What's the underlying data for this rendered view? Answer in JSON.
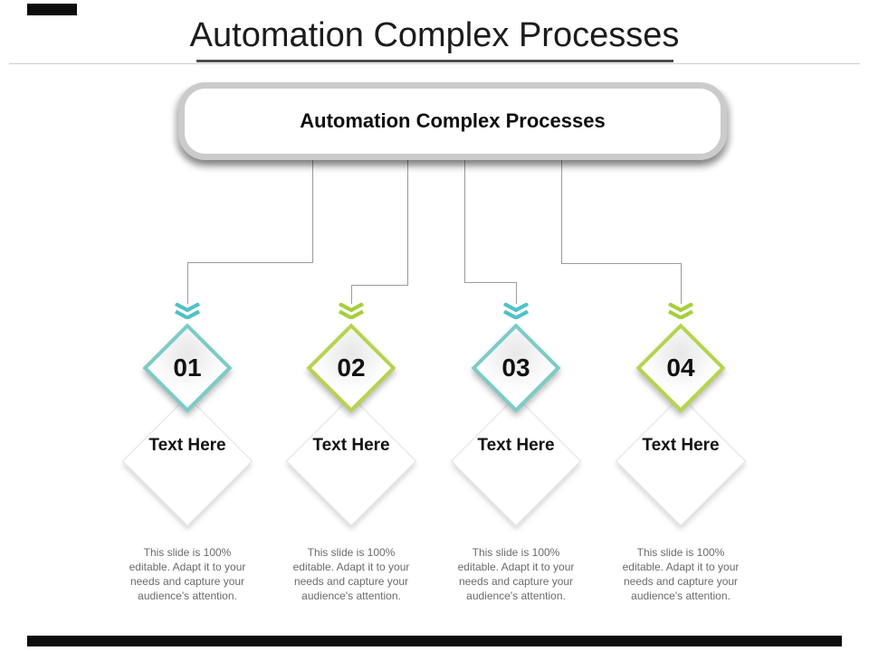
{
  "slide": {
    "title": "Automation Complex Processes",
    "header_box_label": "Automation Complex Processes"
  },
  "items": [
    {
      "number": "01",
      "label": "Text Here",
      "description": "This slide is 100%\neditable. Adapt it to your\nneeds and capture your\naudience's attention.",
      "accent": "#4fc2c7",
      "accent_border": "#7bcbc7"
    },
    {
      "number": "02",
      "label": "Text Here",
      "description": "This slide is 100%\neditable. Adapt it to your\nneeds and capture your\naudience's attention.",
      "accent": "#a5cf3a",
      "accent_border": "#b5d44e"
    },
    {
      "number": "03",
      "label": "Text Here",
      "description": "This slide is 100%\neditable. Adapt it to your\nneeds and capture your\naudience's attention.",
      "accent": "#4fc2c7",
      "accent_border": "#7bcbc7"
    },
    {
      "number": "04",
      "label": "Text Here",
      "description": "This slide is 100%\neditable. Adapt it to your\nneeds and capture your\naudience's attention.",
      "accent": "#a5cf3a",
      "accent_border": "#b5d44e"
    }
  ],
  "colors": {
    "teal_accent": "#4fc2c7",
    "green_accent": "#a5cf3a",
    "connector_gray": "#9b9b9b",
    "body_text_gray": "#6a6a6a",
    "box_border_gray": "#cbcbcb",
    "accent_bar_black": "#0c0c0c"
  }
}
